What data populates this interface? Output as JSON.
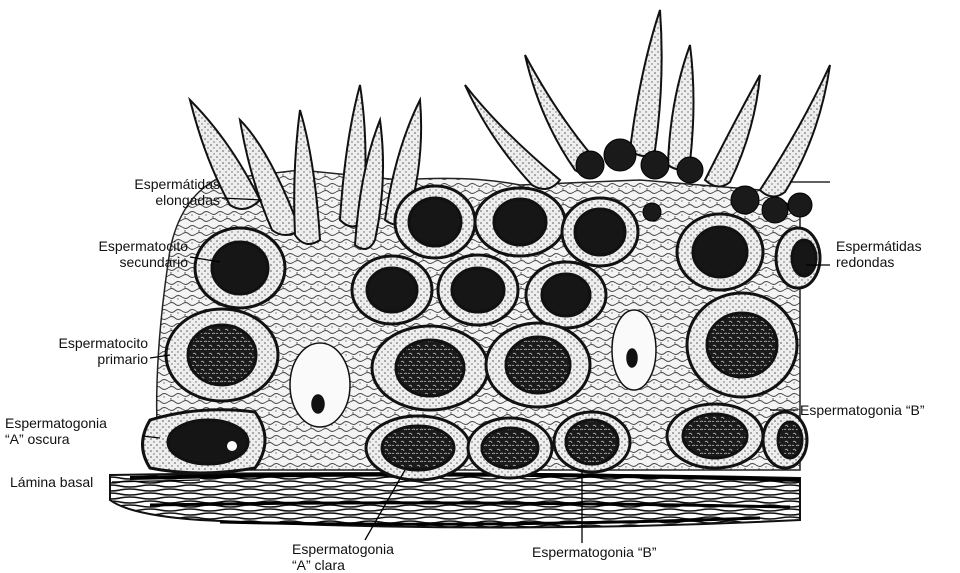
{
  "labels": {
    "espermatidas_elongadas": [
      "Espermátidas",
      "elongadas"
    ],
    "espermatocito_secundario": [
      "Espermatocito",
      "secundario"
    ],
    "espermatocito_primario": [
      "Espermatocito",
      "primario"
    ],
    "espermatogonia_a_oscura": [
      "Espermatogonia",
      "“A” oscura"
    ],
    "lamina_basal": "Lámina basal",
    "espermatogonia_a_clara": [
      "Espermatogonia",
      "“A” clara"
    ],
    "espermatogonia_b_bottom": "Espermatogonia “B”",
    "espermatogonia_b_right": "Espermatogonia “B”",
    "espermatidas_redondas": [
      "Espermátidas",
      "redondas"
    ]
  },
  "colors": {
    "ink": "#111111",
    "cell_fill": "#e9e9e9",
    "nucleus_fill": "#1c1c1c",
    "background": "#ffffff"
  }
}
